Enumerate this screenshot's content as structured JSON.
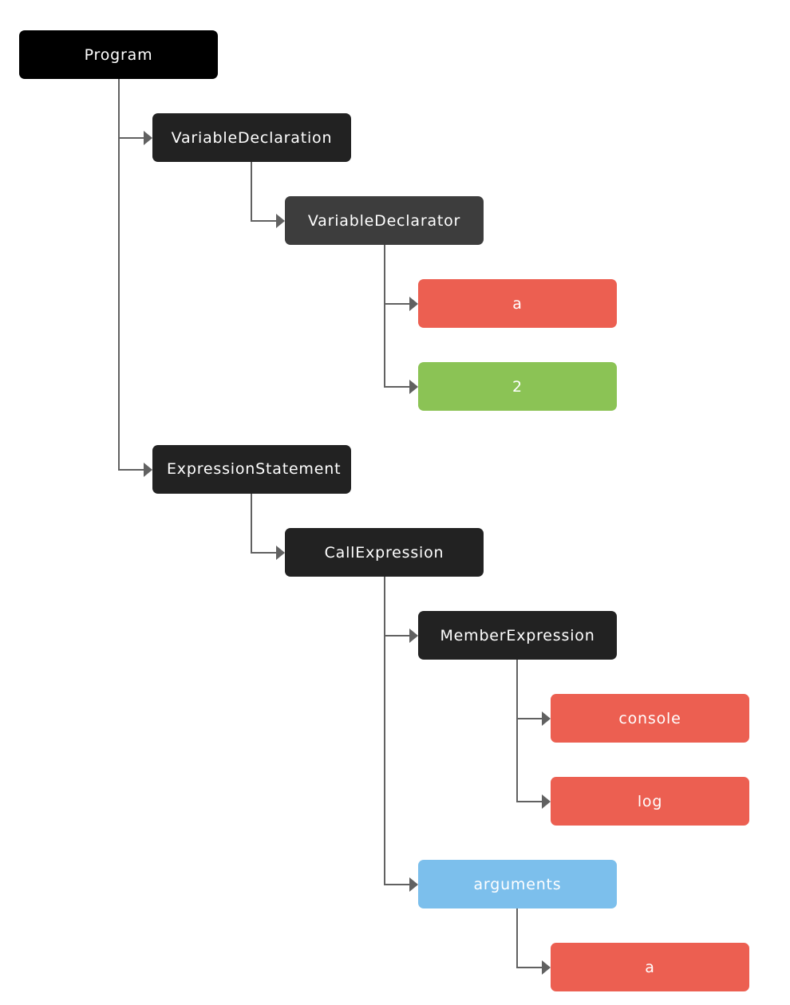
{
  "colors": {
    "root": "#000000",
    "node_dark": "#222222",
    "node_mid": "#3d3d3d",
    "identifier": "#ec5f51",
    "literal": "#8bc355",
    "arguments": "#7cbfec",
    "connector": "#616161"
  },
  "tree": {
    "program": "Program",
    "variable_declaration": "VariableDeclaration",
    "variable_declarator": "VariableDeclarator",
    "identifier_a": "a",
    "literal_2": "2",
    "expression_statement": "ExpressionStatement",
    "call_expression": "CallExpression",
    "member_expression": "MemberExpression",
    "identifier_console": "console",
    "identifier_log": "log",
    "arguments": "arguments",
    "argument_a": "a"
  }
}
